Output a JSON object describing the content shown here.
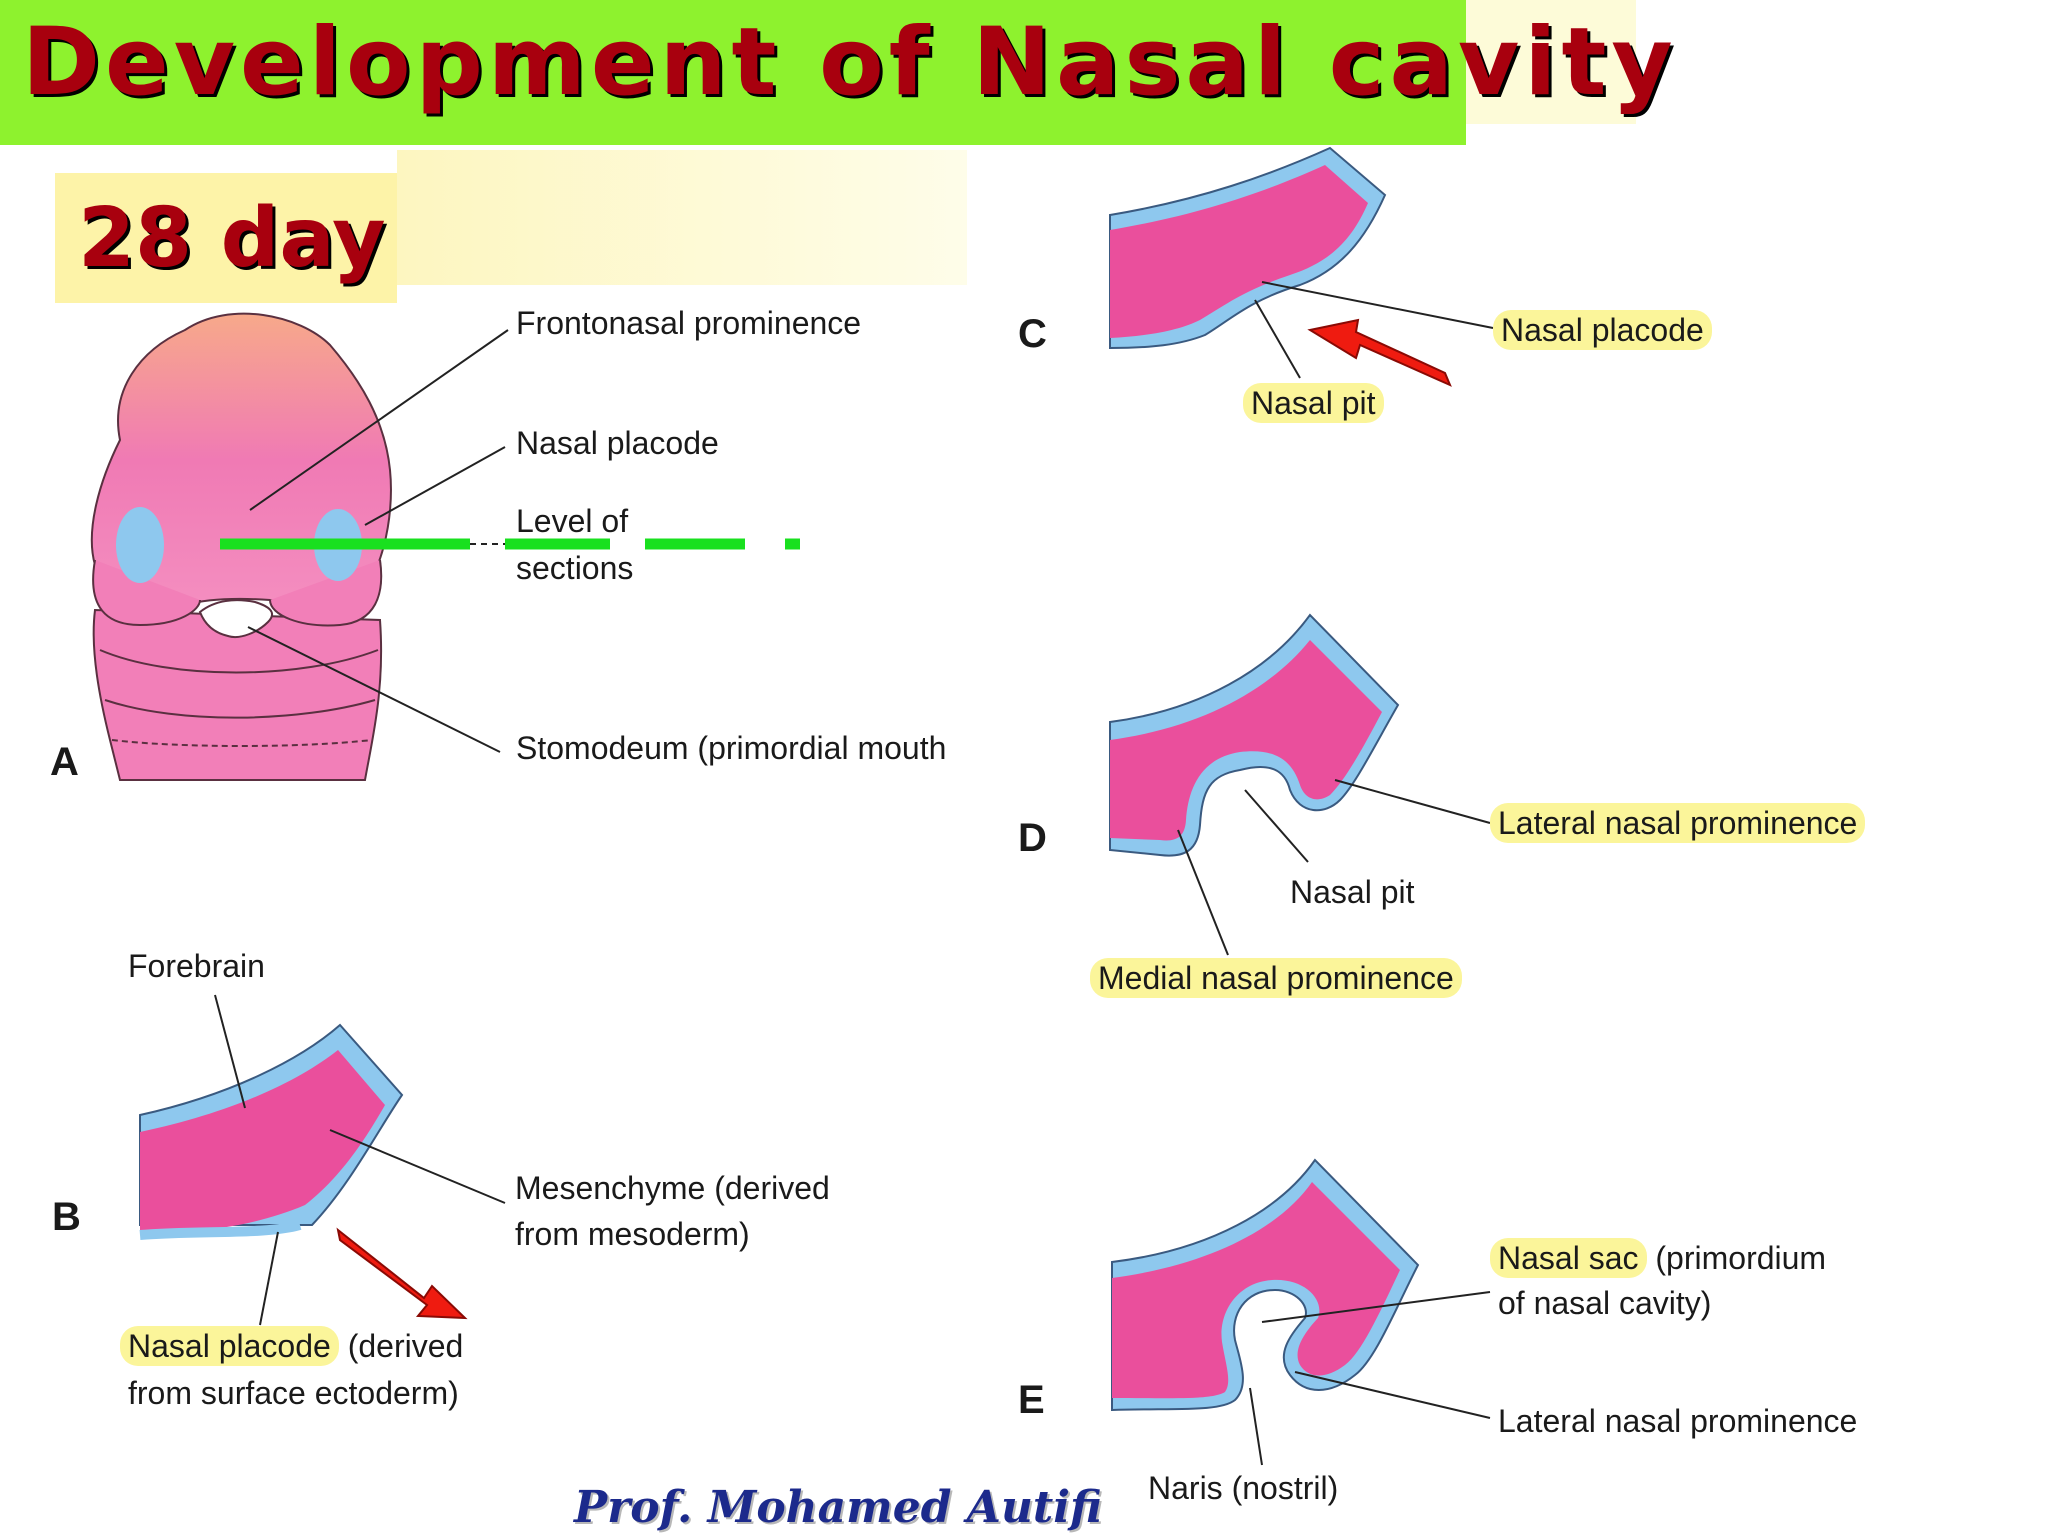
{
  "title": "Development of Nasal cavity",
  "day_label": "28 day",
  "author": "Prof. Mohamed Autifi",
  "colors": {
    "title_bar": "#8ef22e",
    "title_text": "#a8000e",
    "mesenchyme": "#ea4f9c",
    "ectoderm": "#8ec8ee",
    "arrow": "#ef1b10",
    "level_line": "#19e01f",
    "highlight": "#fbf59a"
  },
  "panels": {
    "A": {
      "letter": "A",
      "labels": {
        "frontonasal": "Frontonasal prominence",
        "placode": "Nasal placode",
        "level_1": "Level of",
        "level_2": "sections",
        "stomodeum": "Stomodeum (primordial mouth"
      }
    },
    "B": {
      "letter": "B",
      "labels": {
        "forebrain": "Forebrain",
        "mesenchyme_1": "Mesenchyme (derived",
        "mesenchyme_2": "from mesoderm)",
        "placode_hl": "Nasal placode",
        "placode_rest": " (derived",
        "placode_2": "from surface ectoderm)"
      }
    },
    "C": {
      "letter": "C",
      "labels": {
        "placode": "Nasal placode",
        "pit": "Nasal pit"
      }
    },
    "D": {
      "letter": "D",
      "labels": {
        "lateral": "Lateral nasal prominence",
        "pit": "Nasal pit",
        "medial": "Medial nasal prominence"
      }
    },
    "E": {
      "letter": "E",
      "labels": {
        "sac_hl": "Nasal sac",
        "sac_rest": " (primordium",
        "sac_2": "of nasal cavity)",
        "lateral": "Lateral nasal prominence",
        "naris": "Naris (nostril)"
      }
    }
  }
}
